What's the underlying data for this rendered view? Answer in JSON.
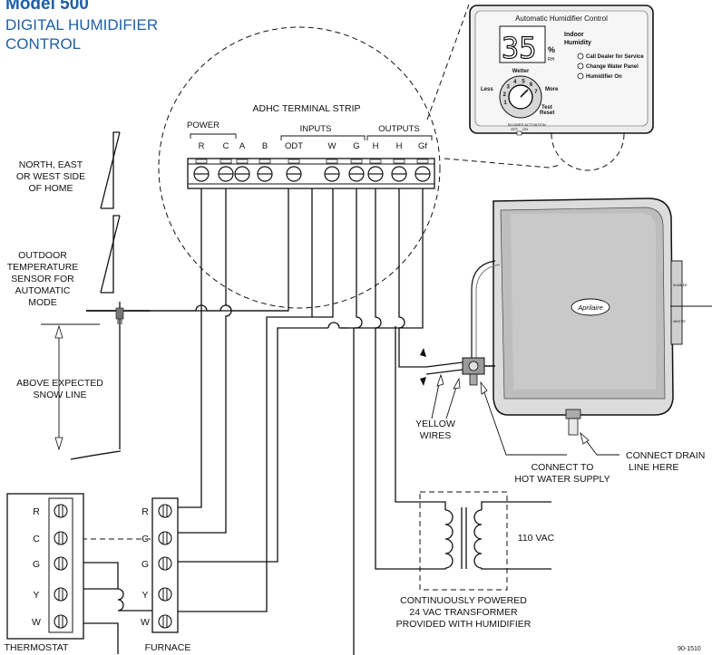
{
  "title": {
    "model": "Model 500",
    "line2": "DIGITAL HUMIDIFIER",
    "line3": "CONTROL"
  },
  "control_panel": {
    "header": "Automatic Humidifier Control",
    "humidity_value": "35",
    "humidity_unit": "%",
    "rh": "RH",
    "indoor": "Indoor",
    "humidity_word": "Humidity",
    "leds": [
      "Call Dealer for Service",
      "Change Water Panel",
      "Humidifier On"
    ],
    "dial_top": "Wetter",
    "dial_left": "Less",
    "dial_right": "More",
    "dial_test": "Test",
    "dial_reset": "Reset",
    "dial_numbers": [
      "1",
      "2",
      "3",
      "4",
      "5",
      "6",
      "7"
    ],
    "bottom_label": "BLOWER ACTIVATION",
    "bottom_off": "OFF",
    "bottom_on": "ON"
  },
  "terminal_strip": {
    "title": "ADHC TERMINAL STRIP",
    "group_power": "POWER",
    "group_inputs": "INPUTS",
    "group_outputs": "OUTPUTS",
    "terminals": [
      "R",
      "C",
      "A",
      "B",
      "ODT",
      "W",
      "G",
      "H",
      "H",
      "Gf"
    ]
  },
  "labels": {
    "side_of_home": [
      "NORTH, EAST",
      "OR WEST SIDE",
      "OF HOME"
    ],
    "sensor": [
      "OUTDOOR",
      "TEMPERATURE",
      "SENSOR FOR",
      "AUTOMATIC",
      "MODE"
    ],
    "snow": [
      "ABOVE EXPECTED",
      "SNOW LINE"
    ],
    "yellow": [
      "YELLOW",
      "WIRES"
    ],
    "hot_water": [
      "CONNECT TO",
      "HOT WATER SUPPLY"
    ],
    "drain": [
      "CONNECT DRAIN",
      "LINE HERE"
    ],
    "transformer": [
      "CONTINUOUSLY POWERED",
      "24 VAC TRANSFORMER",
      "PROVIDED WITH HUMIDIFIER"
    ],
    "vac": "110 VAC",
    "thermostat": "THERMOSTAT",
    "furnace": "FURNACE",
    "part_no": "90-1510",
    "brand": "Aprilaire",
    "humidifier_side": [
      "SUMMER",
      "WINTER"
    ]
  },
  "thermostat_terminals": [
    "R",
    "C",
    "G",
    "Y",
    "W"
  ],
  "furnace_terminals": [
    "R",
    "C",
    "G",
    "Y",
    "W"
  ]
}
